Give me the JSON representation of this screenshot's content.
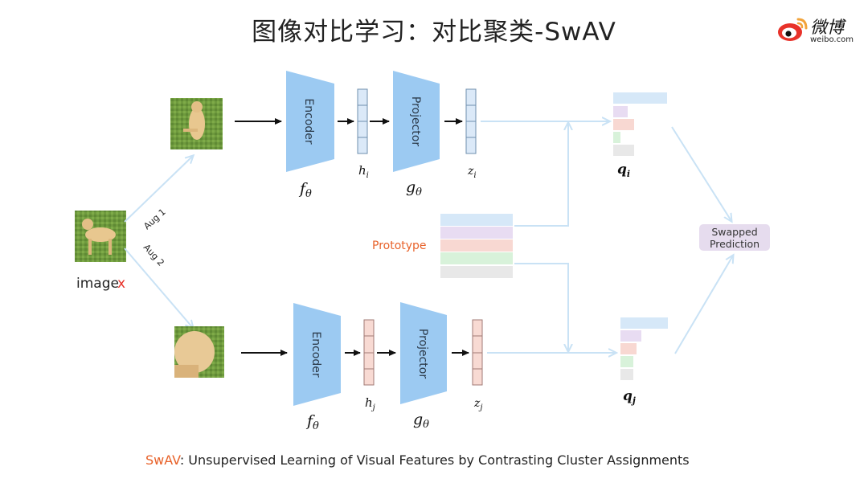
{
  "title": "图像对比学习：对比聚类-SwAV",
  "watermark": {
    "name": "微博",
    "sub": "weibo.com"
  },
  "labels": {
    "image": "image",
    "image_var": "x",
    "aug1": "Aug 1",
    "aug2": "Aug 2",
    "encoder": "Encoder",
    "projector": "Projector",
    "prototype": "Prototype",
    "swapped_line1": "Swapped",
    "swapped_line2": "Prediction",
    "f_theta": "f",
    "g_theta": "g",
    "theta": "θ",
    "h": "h",
    "z": "z",
    "q": "q",
    "sub_i": "i",
    "sub_j": "j"
  },
  "footer": {
    "accent": "SwAV",
    "text": ":  Unsupervised Learning of Visual Features by Contrasting Cluster Assignments"
  },
  "colors": {
    "encoder_fill": "#9ccaf2",
    "vector_top": "#dbe9f8",
    "vector_bottom": "#f8dad3",
    "arrow_light": "#c9e2f5",
    "accent_orange": "#e8622a",
    "accent_red": "#e8322a",
    "swapped_box": "#e6dcee",
    "prototype_rows": [
      "#d6e8f8",
      "#e8dcf2",
      "#f8d8d2",
      "#d8f2da",
      "#e8e8e8"
    ]
  },
  "q_bars": {
    "note_levels": "relative bar lengths for cluster assignment q",
    "levels": [
      1.0,
      0.28,
      0.42,
      0.14,
      0.42
    ]
  }
}
